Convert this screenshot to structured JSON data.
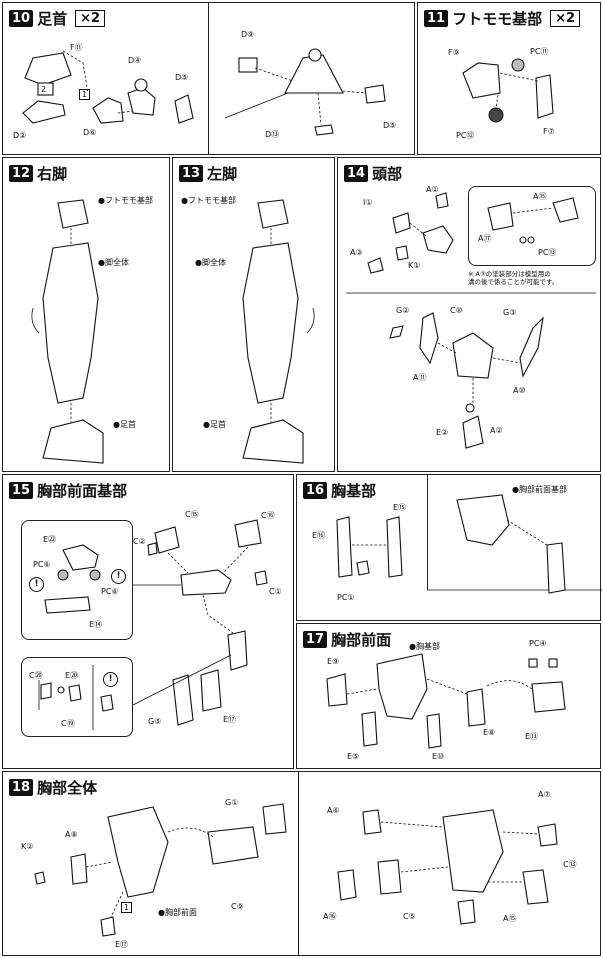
{
  "steps": [
    {
      "num": "10",
      "title": "足首",
      "times": "×2"
    },
    {
      "num": "11",
      "title": "フトモモ基部",
      "times": "×2"
    },
    {
      "num": "12",
      "title": "右脚"
    },
    {
      "num": "13",
      "title": "左脚"
    },
    {
      "num": "14",
      "title": "頭部"
    },
    {
      "num": "15",
      "title": "胸部前面基部"
    },
    {
      "num": "16",
      "title": "胸基部"
    },
    {
      "num": "17",
      "title": "胸部前面"
    },
    {
      "num": "18",
      "title": "胸部全体"
    }
  ],
  "labels": {
    "s10": [
      "F⑪",
      "D④",
      "D⑤",
      "D②",
      "D⑥",
      "D⑨",
      "D⑬",
      "D⑤"
    ],
    "s10_steps": [
      "2",
      "1"
    ],
    "s11": [
      "F⑨",
      "PC⑪",
      "PC⑫",
      "F⑦"
    ],
    "s12": [
      "●フトモモ基部",
      "●脚全体",
      "●足首"
    ],
    "s13": [
      "●フトモモ基部",
      "●脚全体",
      "●足首"
    ],
    "s14": [
      "A①",
      "I①",
      "A③",
      "K①",
      "A⑮",
      "A⑰",
      "PC⑬",
      "G②",
      "C⑩",
      "G③",
      "A⑪",
      "A⑩",
      "E②",
      "A②"
    ],
    "s14_note": [
      "※ A③の塗装部分は模型用の",
      "溝の後で係ることが可能です。"
    ],
    "s15": [
      "C⑮",
      "C⑯",
      "C②",
      "C①",
      "E㉒",
      "PC⑥",
      "PC⑥",
      "E⑭",
      "C⑳",
      "E⑳",
      "C⑲",
      "G⑤",
      "E⑰"
    ],
    "s16": [
      "E⑯",
      "E⑮",
      "PC①",
      "●胸部前面基部"
    ],
    "s17": [
      "●胸基部",
      "E⑨",
      "E⑧",
      "E⑤",
      "E⑩",
      "PC④",
      "E⑬"
    ],
    "s18": [
      "G①",
      "K②",
      "A⑧",
      "E⑰",
      "C⑨",
      "●胸部前面",
      "A⑥",
      "A⑦",
      "C⑬",
      "A⑯",
      "C⑤",
      "A⑮"
    ],
    "s18_steps": [
      "1"
    ]
  }
}
